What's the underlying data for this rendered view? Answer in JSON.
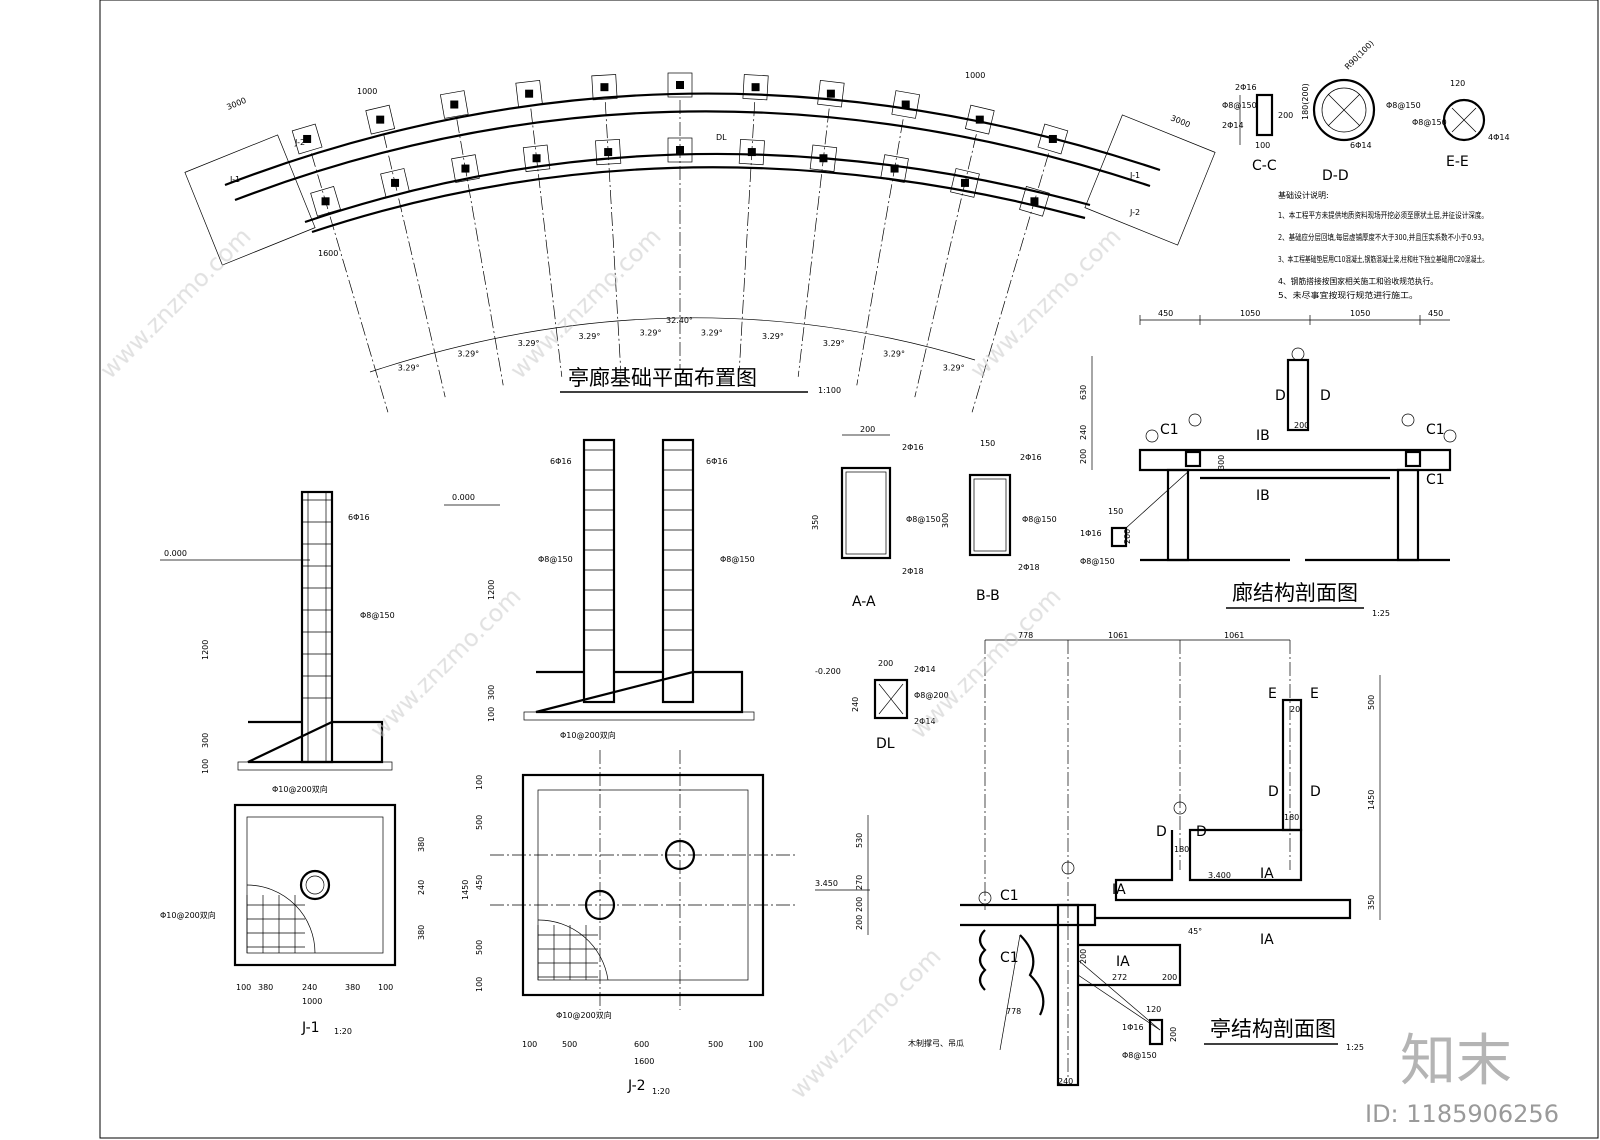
{
  "plan": {
    "title": "亭廊基础平面布置图",
    "scale": "1:100",
    "angle_label": "3.29°",
    "total_angle": "32.40°",
    "dims": [
      "3000",
      "1000",
      "1600",
      "3000",
      "1000"
    ],
    "labels": [
      "J-1",
      "J-2",
      "J-1",
      "J-2",
      "DL",
      "1"
    ]
  },
  "notes": {
    "heading": "基础设计说明:",
    "items": [
      "1、本工程平方未提供地质资料现场开挖必须至原状土层,并征设计深度。",
      "2、基础应分层回填,每层虚铺厚度不大于300,并且压实系数不小于0.93。",
      "3、本工程基础垫层用C10混凝土,钢筋混凝土梁,柱和柱下独立基础用C20混凝土。",
      "4、钢筋搭接按国家相关施工和验收规范执行。",
      "5、未尽事宜按现行规范进行施工。"
    ]
  },
  "sections": {
    "cc": {
      "title": "C-C",
      "rebar_top": "2Φ16",
      "rebar_bottom": "2Φ14",
      "stirrup": "Φ8@150",
      "dim_h": "200",
      "dim_w": "100"
    },
    "dd": {
      "title": "D-D",
      "radius": "R90(100)",
      "dim": "180(200)",
      "stirrup": "Φ8@150",
      "rebar": "6Φ14"
    },
    "ee": {
      "title": "E-E",
      "dim": "120",
      "stirrup": "Φ8@150",
      "rebar": "4Φ14"
    },
    "aa": {
      "title": "A-A",
      "w": "200",
      "h": "350",
      "top": "2Φ16",
      "bot": "2Φ18",
      "stirrup": "Φ8@150"
    },
    "bb": {
      "title": "B-B",
      "w": "150",
      "h": "300",
      "top": "2Φ16",
      "bot": "2Φ18",
      "stirrup": "Φ8@150"
    },
    "dl": {
      "title": "DL",
      "w": "200",
      "h": "240",
      "elev": "-0.200",
      "top": "2Φ14",
      "bot": "2Φ14",
      "stirrup": "Φ8@200"
    }
  },
  "j1": {
    "title": "J-1",
    "scale": "1:20",
    "elev": "0.000",
    "rebar": "6Φ16",
    "stirrup": "Φ8@150",
    "mesh": "Φ10@200双向",
    "dims_v": [
      "1200",
      "300",
      "100"
    ],
    "dims_plan_h": [
      "100",
      "380",
      "240",
      "380",
      "100"
    ],
    "total": "1000",
    "dims_plan_v": [
      "380",
      "240",
      "380"
    ]
  },
  "j2": {
    "title": "J-2",
    "scale": "1:20",
    "elev": "0.000",
    "rebar": "6Φ16",
    "stirrup": "Φ8@150",
    "mesh": "Φ10@200双向",
    "dims_v": [
      "1200",
      "300",
      "100"
    ],
    "dims_plan_h": [
      "100",
      "500",
      "600",
      "500",
      "100"
    ],
    "total": "1600",
    "dims_plan_v": [
      "100",
      "500",
      "450",
      "500",
      "100"
    ],
    "total_v": "1450"
  },
  "corridor": {
    "title": "廊结构剖面图",
    "scale": "1:25",
    "dims_top": [
      "450",
      "1050",
      "1050",
      "450"
    ],
    "dims_v": [
      "630",
      "240",
      "200"
    ],
    "labels": [
      "C1",
      "C1",
      "C1",
      "IB",
      "IB",
      "D",
      "D"
    ],
    "small": {
      "w": "150",
      "h": "200",
      "rebar": "1Φ16",
      "stirrup": "Φ8@150"
    },
    "d200": "200",
    "d300": "300"
  },
  "pavilion": {
    "title": "亭结构剖面图",
    "scale": "1:25",
    "dims_top": [
      "778",
      "1061",
      "1061"
    ],
    "dims_right": [
      "500",
      "1450",
      "350"
    ],
    "dims_left": [
      "530",
      "270",
      "200",
      "200"
    ],
    "elev_left": "3.450",
    "elev_mid": "3.400",
    "labels": [
      "E",
      "E",
      "D",
      "D",
      "D",
      "D",
      "C1",
      "C1",
      "IA",
      "IA",
      "IA",
      "IA"
    ],
    "note": "木制撑弓、吊瓜",
    "small": {
      "w": "120",
      "h": "200",
      "rebar": "1Φ16",
      "stirrup": "Φ8@150"
    },
    "dims_misc": [
      "20",
      "180",
      "180",
      "200",
      "272",
      "200",
      "778",
      "240",
      "45°"
    ]
  },
  "watermark": {
    "site": "www.znzmo.com",
    "brand": "知末",
    "id": "ID: 1185906256"
  }
}
